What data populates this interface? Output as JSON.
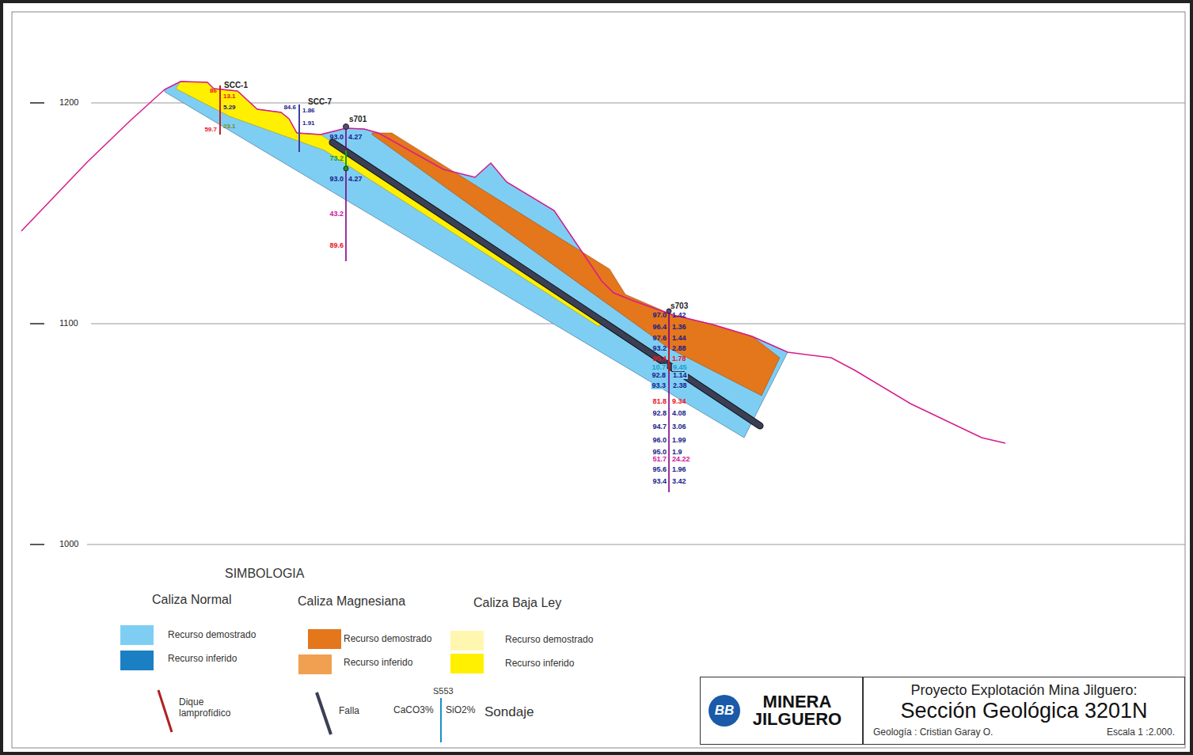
{
  "diagram": {
    "nodes": [
      {
        "text": [
          "BB",
          "MINERA JILGUERO"
        ]
      },
      {
        "text": [
          "Proyecto Explotación Mina Jilguero:",
          "Sección Geológica 3201N",
          "Geología : Cristian Garay O.",
          "Escala 1 :2.000."
        ]
      }
    ],
    "labels": [
      "1200",
      "1100",
      "1000",
      "SCC-1",
      "SCC-7",
      "s701",
      "s703",
      "86",
      "13.1",
      "5.29",
      "23.1",
      "59.7",
      "84.6",
      "1.86",
      "1.91",
      "93.0",
      "4.27",
      "73.2",
      "93.0",
      "4.27",
      "43.2",
      "89.6",
      "97.0",
      "1.42",
      "96.4",
      "1.36",
      "97.6",
      "1.44",
      "93.2",
      "2.88",
      "95.4",
      "1.78",
      "10.7",
      "9.45",
      "92.8",
      "1.14",
      "93.3",
      "2.38",
      "81.8",
      "9.34",
      "92.8",
      "4.08",
      "94.7",
      "3.06",
      "96.0",
      "1.99",
      "95.0",
      "1.9",
      "51.7",
      "24.22",
      "95.6",
      "1.96",
      "93.4",
      "3.42",
      "SIMBOLOGIA",
      "Caliza Normal",
      "Caliza Magnesiana",
      "Caliza Baja Ley",
      "S553",
      "CaCO3%",
      "SiO2%"
    ],
    "legend": [
      {
        "text": "Recurso demostrado",
        "color": "#7ecef4"
      },
      {
        "text": "Recurso inferido",
        "color": "#1b7fc4"
      },
      {
        "text": "Recurso demostrado",
        "color": "#e4761b"
      },
      {
        "text": "Recurso inferido",
        "color": "#f0a050"
      },
      {
        "text": "Recurso demostrado",
        "color": "#fff7b0"
      },
      {
        "text": "Recurso inferido",
        "color": "#ffef00"
      },
      {
        "text": "Dique lamprofídico"
      },
      {
        "text": "Falla"
      },
      {
        "text": "Sondaje"
      }
    ]
  }
}
